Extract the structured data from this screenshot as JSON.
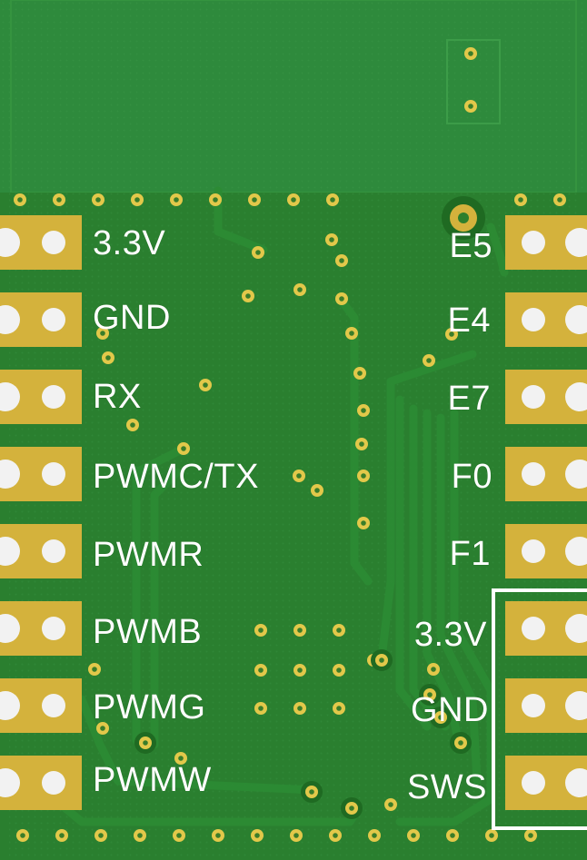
{
  "board": {
    "colors": {
      "antenna_area": "#2e8a3c",
      "solder_mask": "#2a7f2f",
      "trace": "#2b8532",
      "pad_gold": "#d4b23c",
      "pad_hole": "#f2f2f2",
      "via_ring": "#e2c84a",
      "via_hole": "#3a7d2a",
      "silkscreen": "#ffffff"
    }
  },
  "left_pins": [
    {
      "label": "3.3V"
    },
    {
      "label": "GND"
    },
    {
      "label": "RX"
    },
    {
      "label": "PWMC/TX"
    },
    {
      "label": "PWMR"
    },
    {
      "label": "PWMB"
    },
    {
      "label": "PWMG"
    },
    {
      "label": "PWMW"
    }
  ],
  "right_pins": [
    {
      "label": "E5"
    },
    {
      "label": "E4"
    },
    {
      "label": "E7"
    },
    {
      "label": "F0"
    },
    {
      "label": "F1"
    },
    {
      "label": "3.3V"
    },
    {
      "label": "GND"
    },
    {
      "label": "SWS"
    }
  ]
}
